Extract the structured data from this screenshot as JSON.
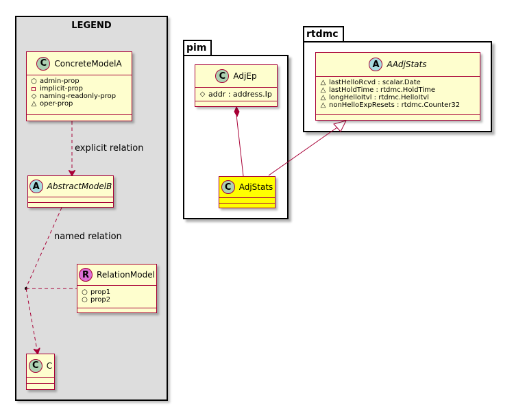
{
  "legend": {
    "title": "LEGEND",
    "concrete": {
      "name": "ConcreteModelA",
      "badge": "C",
      "attrs": [
        {
          "vis": "public",
          "text": "admin-prop"
        },
        {
          "vis": "private",
          "text": "implicit-prop"
        },
        {
          "vis": "protected",
          "text": "naming-readonly-prop"
        },
        {
          "vis": "package",
          "text": "oper-prop"
        }
      ]
    },
    "abstract": {
      "name": "AbstractModelB",
      "badge": "A"
    },
    "relation_model": {
      "name": "RelationModel",
      "badge": "R",
      "attrs": [
        {
          "vis": "public",
          "text": "prop1"
        },
        {
          "vis": "public",
          "text": "prop2"
        }
      ]
    },
    "c": {
      "name": "C",
      "badge": "C"
    },
    "explicit_label": "explicit relation",
    "named_label": "named relation"
  },
  "pim": {
    "label": "pim",
    "adjep": {
      "name": "AdjEp",
      "badge": "C",
      "attrs": [
        {
          "vis": "protected",
          "text": "addr : address.Ip"
        }
      ]
    },
    "adjstats": {
      "name": "AdjStats",
      "badge": "C",
      "fill": "#ffff00"
    }
  },
  "rtdmc": {
    "label": "rtdmc",
    "aadjstats": {
      "name": "AAdjStats",
      "badge": "A",
      "attrs": [
        {
          "vis": "package",
          "text": "lastHelloRcvd : scalar.Date"
        },
        {
          "vis": "package",
          "text": "lastHoldTime : rtdmc.HoldTime"
        },
        {
          "vis": "package",
          "text": "longHelloItvl : rtdmc.HelloItvl"
        },
        {
          "vis": "package",
          "text": "nonHelloExpResets : rtdmc.Counter32"
        }
      ]
    }
  },
  "colors": {
    "class_fill": "#fefece",
    "class_border": "#a80036",
    "highlight_fill": "#ffff00",
    "legend_fill": "#dddddd",
    "badge_class": "#add1b2",
    "badge_abstract": "#a9dcdf",
    "badge_relation": "#da70d6"
  }
}
